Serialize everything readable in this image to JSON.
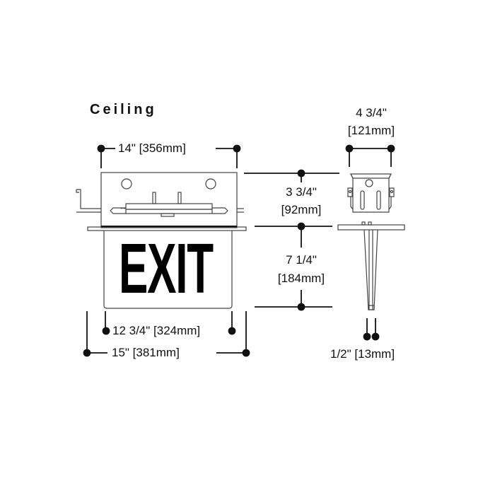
{
  "title": "Ceiling",
  "sign_text": "EXIT",
  "dimensions": {
    "top_width": "14\" [356mm]",
    "canopy_height_in": "3 3/4\"",
    "canopy_height_mm": "[92mm]",
    "panel_height_in": "7 1/4\"",
    "panel_height_mm": "[184mm]",
    "panel_width": "12 3/4\" [324mm]",
    "overall_width": "15\" [381mm]",
    "side_width_in": "4 3/4\"",
    "side_width_mm": "[121mm]",
    "panel_thickness": "1/2\" [13mm]"
  },
  "colors": {
    "line": "#111111",
    "outline": "#555555",
    "background": "#ffffff"
  }
}
